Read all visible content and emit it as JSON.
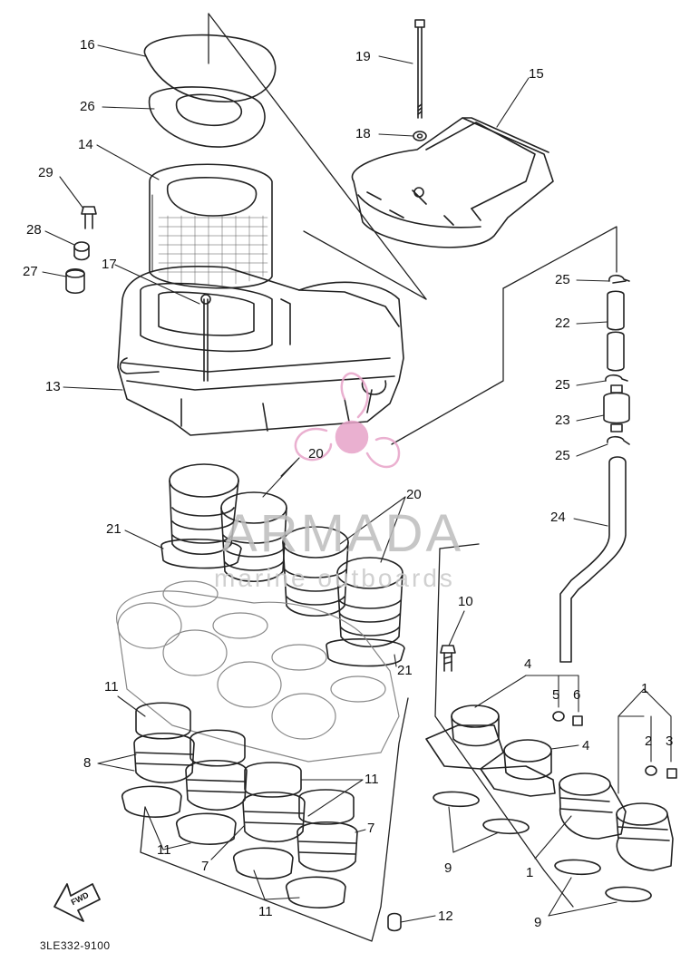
{
  "diagram": {
    "part_code": "3LE332-9100",
    "fwd_label": "FWD",
    "watermark": {
      "brand": "ARMADA",
      "tagline": "marine outboards",
      "accent_color": "#e7a3c8"
    },
    "callouts": {
      "c1": "1",
      "c1b": "1",
      "c2": "2",
      "c3": "3",
      "c4": "4",
      "c4b": "4",
      "c5": "5",
      "c6": "6",
      "c7": "7",
      "c7b": "7",
      "c8": "8",
      "c9": "9",
      "c9b": "9",
      "c10": "10",
      "c11": "11",
      "c11b": "11",
      "c11c": "11",
      "c11d": "11",
      "c12": "12",
      "c13": "13",
      "c14": "14",
      "c15": "15",
      "c16": "16",
      "c17": "17",
      "c18": "18",
      "c19": "19",
      "c20": "20",
      "c20b": "20",
      "c21": "21",
      "c21b": "21",
      "c22": "22",
      "c23": "23",
      "c24": "24",
      "c25": "25",
      "c25b": "25",
      "c25c": "25",
      "c26": "26",
      "c27": "27",
      "c28": "28",
      "c29": "29"
    }
  }
}
